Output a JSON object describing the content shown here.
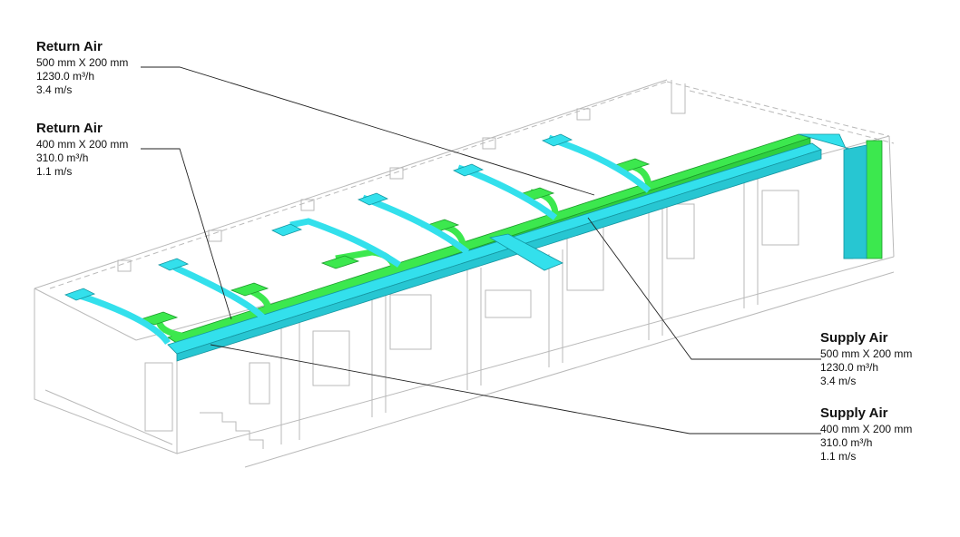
{
  "colors": {
    "supply_duct": "#33e0ec",
    "return_duct": "#3ce84e",
    "building_lines": "#b9b9b9",
    "leader_lines": "#222222"
  },
  "callouts": [
    {
      "id": "return-1",
      "title": "Return Air",
      "size": "500 mm  X 200 mm",
      "flow": "1230.0 m³/h",
      "velocity": "3.4 m/s"
    },
    {
      "id": "return-2",
      "title": "Return Air",
      "size": "400 mm  X 200 mm",
      "flow": "310.0 m³/h",
      "velocity": "1.1 m/s"
    },
    {
      "id": "supply-1",
      "title": "Supply Air",
      "size": "500 mm  X 200 mm",
      "flow": "1230.0 m³/h",
      "velocity": "3.4 m/s"
    },
    {
      "id": "supply-2",
      "title": "Supply Air",
      "size": "400 mm  X 200 mm",
      "flow": "310.0 m³/h",
      "velocity": "1.1 m/s"
    }
  ]
}
